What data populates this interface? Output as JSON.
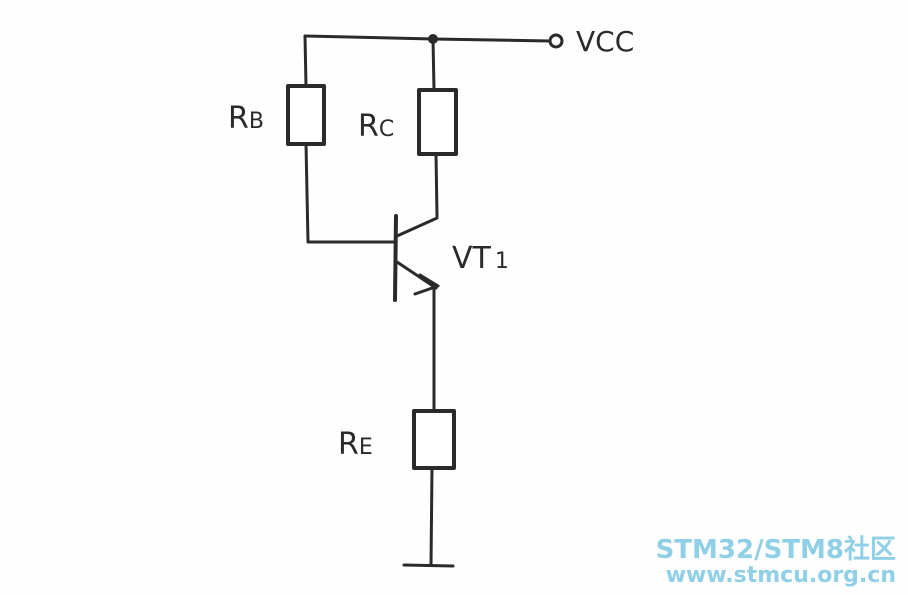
{
  "labels": {
    "rb_main": "R",
    "rb_sub": "B",
    "rc_main": "R",
    "rc_sub": "C",
    "re_main": "R",
    "re_sub": "E",
    "vt_main": "VT",
    "vt_sub": "1",
    "vcc": "VCC"
  },
  "watermark": {
    "line1": "STM32/STM8社区",
    "line2": "www.stmcu.org.cn"
  },
  "colors": {
    "ink": "#2a2a2a",
    "watermark": "#8fd0e6"
  }
}
